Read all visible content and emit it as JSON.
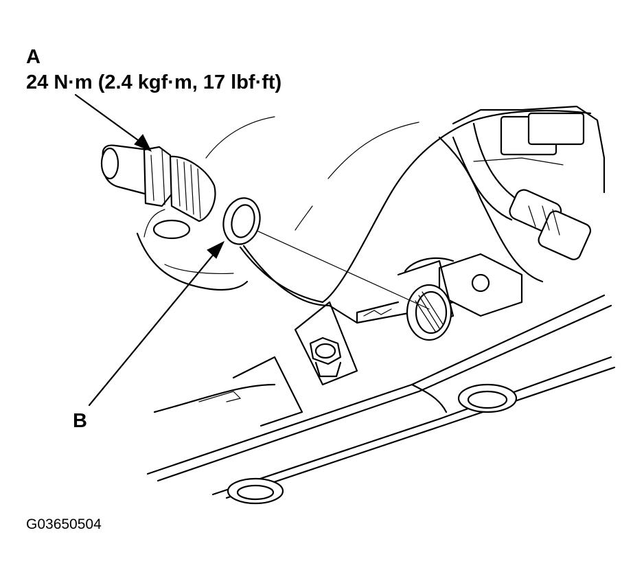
{
  "callouts": {
    "a": {
      "letter": "A",
      "torque": "24 N·m (2.4 kgf·m, 17 lbf·ft)"
    },
    "b": {
      "letter": "B"
    }
  },
  "figure_code": "G03650504"
}
